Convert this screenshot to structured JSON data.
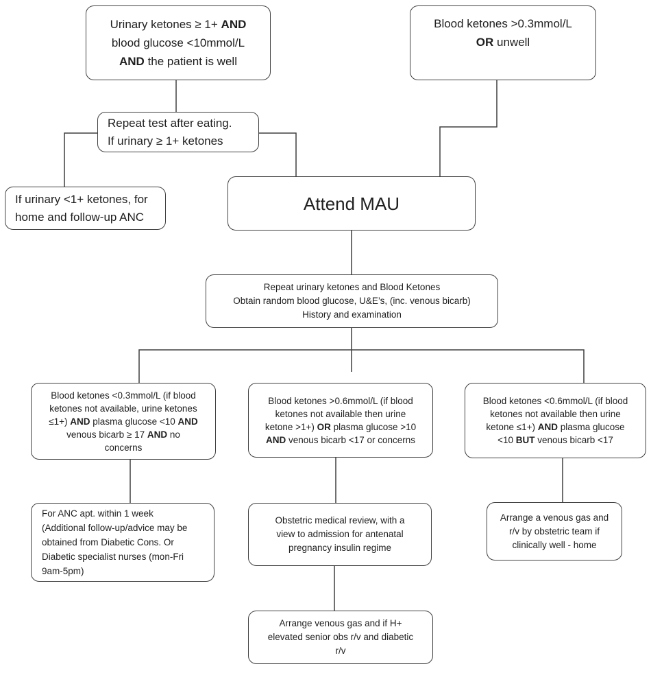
{
  "diagram": {
    "title": "Ketones in pregnancy assessment flowchart",
    "colors": {
      "background": "#ffffff",
      "box_fill": "#ffffff",
      "box_border": "#3f3f3f",
      "connector": "#3f3f3f",
      "text": "#202020"
    },
    "nodes": {
      "urinary_ketones": {
        "lines": [
          [
            {
              "t": "Urinary ketones ≥ 1+ "
            },
            {
              "t": "AND",
              "b": true
            }
          ],
          [
            {
              "t": "blood glucose <10mmol/L"
            }
          ],
          [
            {
              "t": "AND",
              "b": true
            },
            {
              "t": " the patient is well"
            }
          ]
        ]
      },
      "blood_ketones": {
        "lines": [
          [
            {
              "t": "Blood ketones >0.3mmol/L"
            }
          ],
          [
            {
              "t": "OR",
              "b": true
            },
            {
              "t": " unwell"
            }
          ]
        ]
      },
      "repeat_test": {
        "lines": [
          [
            {
              "t": "Repeat test after eating."
            }
          ],
          [
            {
              "t": "If urinary ≥ 1+ ketones"
            }
          ]
        ]
      },
      "home_anc": {
        "lines": [
          [
            {
              "t": "If urinary <1+ ketones, for"
            }
          ],
          [
            {
              "t": "home and follow-up ANC"
            }
          ]
        ]
      },
      "attend_mau": {
        "lines": [
          [
            {
              "t": "Attend MAU"
            }
          ]
        ]
      },
      "mau_actions": {
        "lines": [
          [
            {
              "t": "Repeat urinary ketones and Blood Ketones"
            }
          ],
          [
            {
              "t": "Obtain random blood glucose, U&E’s, (inc. venous bicarb)"
            }
          ],
          [
            {
              "t": "History and examination"
            }
          ]
        ]
      },
      "branch_low": {
        "lines": [
          [
            {
              "t": "Blood ketones <0.3mmol/L (if blood"
            }
          ],
          [
            {
              "t": "ketones not available, urine ketones"
            }
          ],
          [
            {
              "t": "≤1+) "
            },
            {
              "t": "AND",
              "b": true
            },
            {
              "t": " plasma glucose <10 "
            },
            {
              "t": "AND",
              "b": true
            }
          ],
          [
            {
              "t": "venous bicarb ≥ 17 "
            },
            {
              "t": "AND",
              "b": true
            },
            {
              "t": " no"
            }
          ],
          [
            {
              "t": "concerns"
            }
          ]
        ]
      },
      "branch_high": {
        "lines": [
          [
            {
              "t": "Blood ketones >0.6mmol/L (if blood"
            }
          ],
          [
            {
              "t": "ketones not available then urine"
            }
          ],
          [
            {
              "t": "ketone >1+) "
            },
            {
              "t": "OR",
              "b": true
            },
            {
              "t": " plasma glucose >10"
            }
          ],
          [
            {
              "t": "AND",
              "b": true
            },
            {
              "t": " venous bicarb <17 or concerns"
            }
          ]
        ]
      },
      "branch_borderline": {
        "lines": [
          [
            {
              "t": "Blood ketones <0.6mmol/L (if blood"
            }
          ],
          [
            {
              "t": "ketones not available then urine"
            }
          ],
          [
            {
              "t": "ketone ≤1+) "
            },
            {
              "t": "AND",
              "b": true
            },
            {
              "t": " plasma glucose"
            }
          ],
          [
            {
              "t": "<10 "
            },
            {
              "t": "BUT",
              "b": true
            },
            {
              "t": " venous bicarb <17"
            }
          ]
        ]
      },
      "anc_followup": {
        "lines": [
          [
            {
              "t": "For ANC apt. within 1 week"
            }
          ],
          [
            {
              "t": "(Additional follow-up/advice may be"
            }
          ],
          [
            {
              "t": "obtained from Diabetic Cons. Or"
            }
          ],
          [
            {
              "t": "Diabetic specialist nurses (mon-Fri"
            }
          ],
          [
            {
              "t": "9am-5pm)"
            }
          ]
        ]
      },
      "obstetric_review": {
        "lines": [
          [
            {
              "t": "Obstetric medical review, with a"
            }
          ],
          [
            {
              "t": "view to admission for antenatal"
            }
          ],
          [
            {
              "t": "pregnancy insulin regime"
            }
          ]
        ]
      },
      "venous_gas_home": {
        "lines": [
          [
            {
              "t": "Arrange a venous gas and"
            }
          ],
          [
            {
              "t": "r/v by obstetric team if"
            }
          ],
          [
            {
              "t": "clinically well - home"
            }
          ]
        ]
      },
      "venous_gas_senior": {
        "lines": [
          [
            {
              "t": "Arrange venous gas and if H+"
            }
          ],
          [
            {
              "t": "elevated senior obs r/v and diabetic"
            }
          ],
          [
            {
              "t": "r/v"
            }
          ]
        ]
      }
    }
  }
}
